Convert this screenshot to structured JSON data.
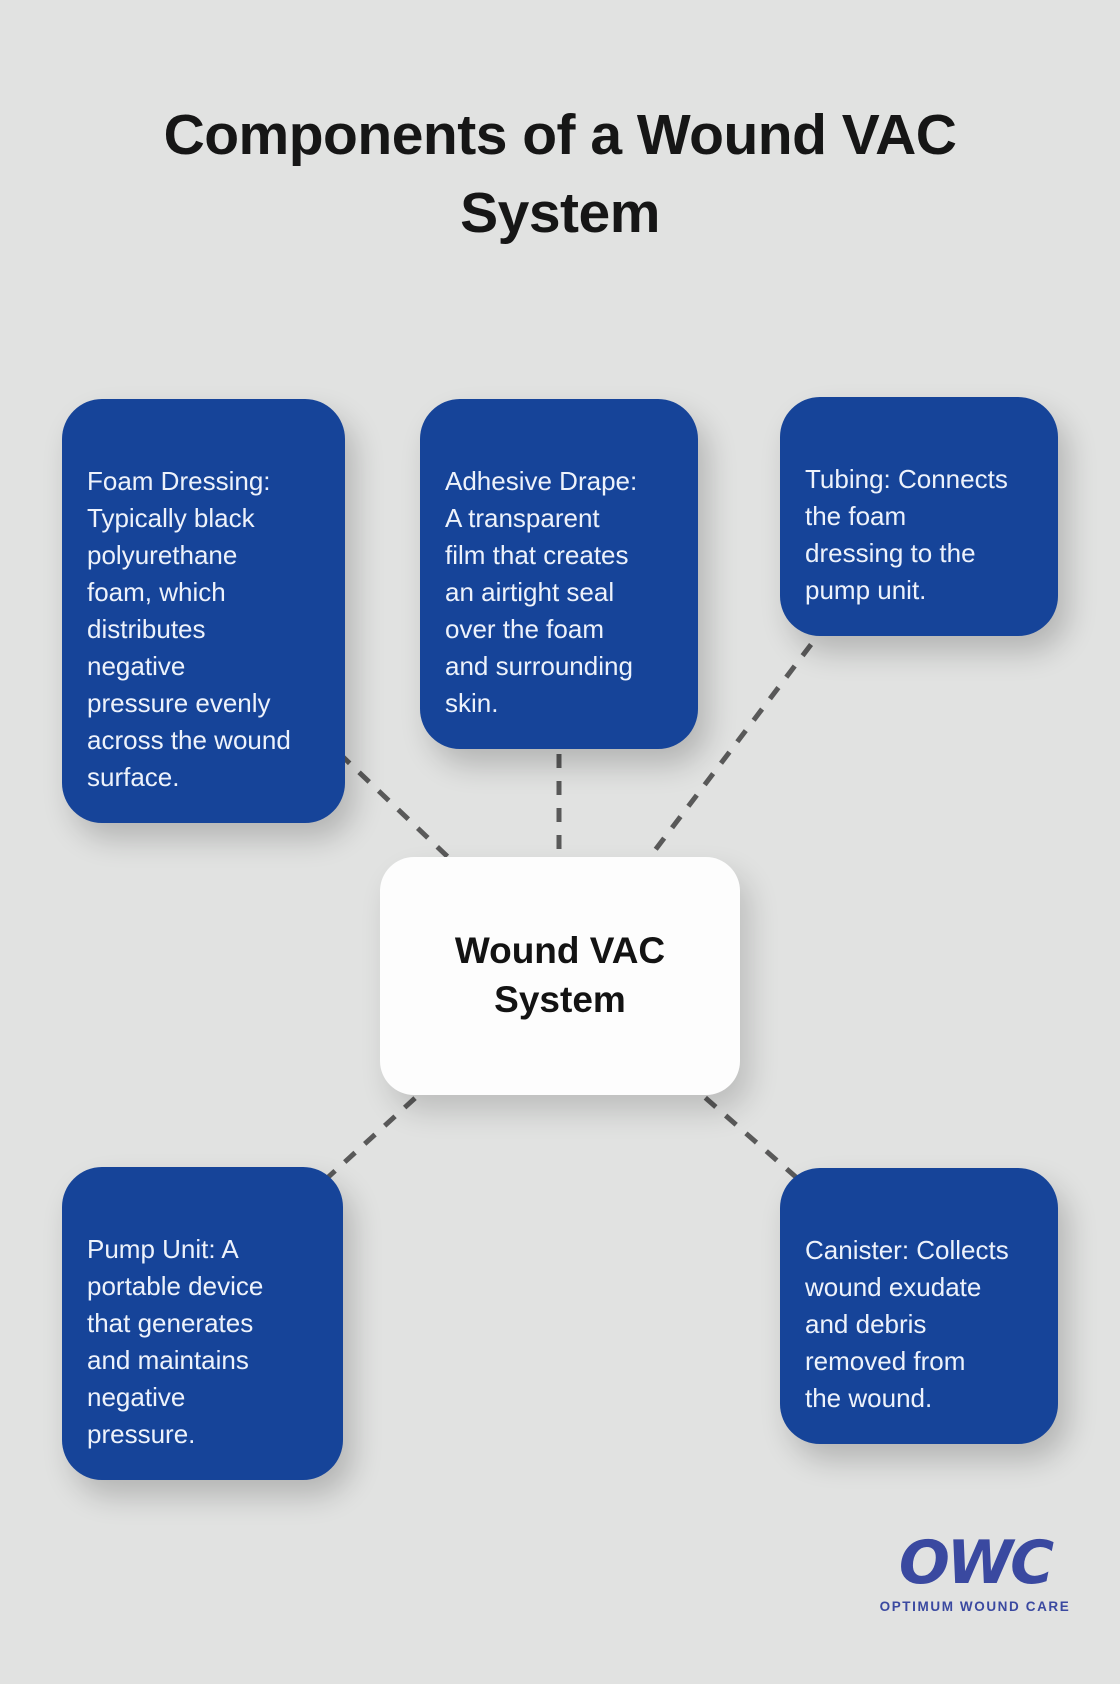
{
  "title": "Components of a Wound VAC\nSystem",
  "center_node": {
    "label": "Wound VAC\nSystem"
  },
  "nodes": [
    {
      "id": "foam-dressing",
      "text": "Foam Dressing:\nTypically black\npolyurethane\nfoam, which\ndistributes\nnegative\npressure evenly\nacross the wound\nsurface."
    },
    {
      "id": "adhesive-drape",
      "text": "Adhesive Drape:\nA transparent\nfilm that creates\nan airtight seal\nover the foam\nand surrounding\nskin."
    },
    {
      "id": "tubing",
      "text": "Tubing: Connects\nthe foam\ndressing to the\npump unit."
    },
    {
      "id": "pump-unit",
      "text": "Pump Unit: A\nportable device\nthat generates\nand maintains\nnegative\npressure."
    },
    {
      "id": "canister",
      "text": "Canister: Collects\nwound exudate\nand debris\nremoved from\nthe wound."
    }
  ],
  "logo": {
    "acronym": "OWC",
    "tagline": "OPTIMUM WOUND CARE"
  },
  "colors": {
    "background": "#e1e2e1",
    "node_blue": "#164499",
    "node_text": "#edf2fb",
    "center_bg": "#fdfdfd",
    "title_text": "#161616",
    "connector_gray": "#595959",
    "logo_blue": "#3a49a0"
  }
}
